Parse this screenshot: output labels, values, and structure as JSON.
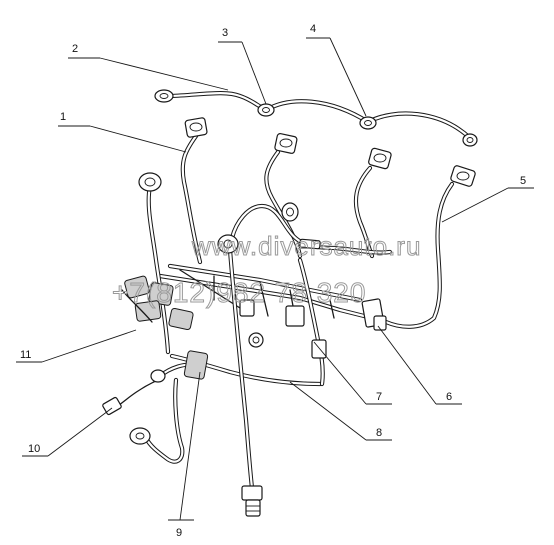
{
  "callouts": [
    "1",
    "2",
    "3",
    "4",
    "5",
    "6",
    "7",
    "8",
    "9",
    "10",
    "11"
  ],
  "watermark": {
    "site": "www.diversauto.ru",
    "phone": "+7(812)982 78 320"
  },
  "colors": {
    "line": "#1a1a1a",
    "background": "#ffffff",
    "watermark": "#9a9a9a"
  }
}
